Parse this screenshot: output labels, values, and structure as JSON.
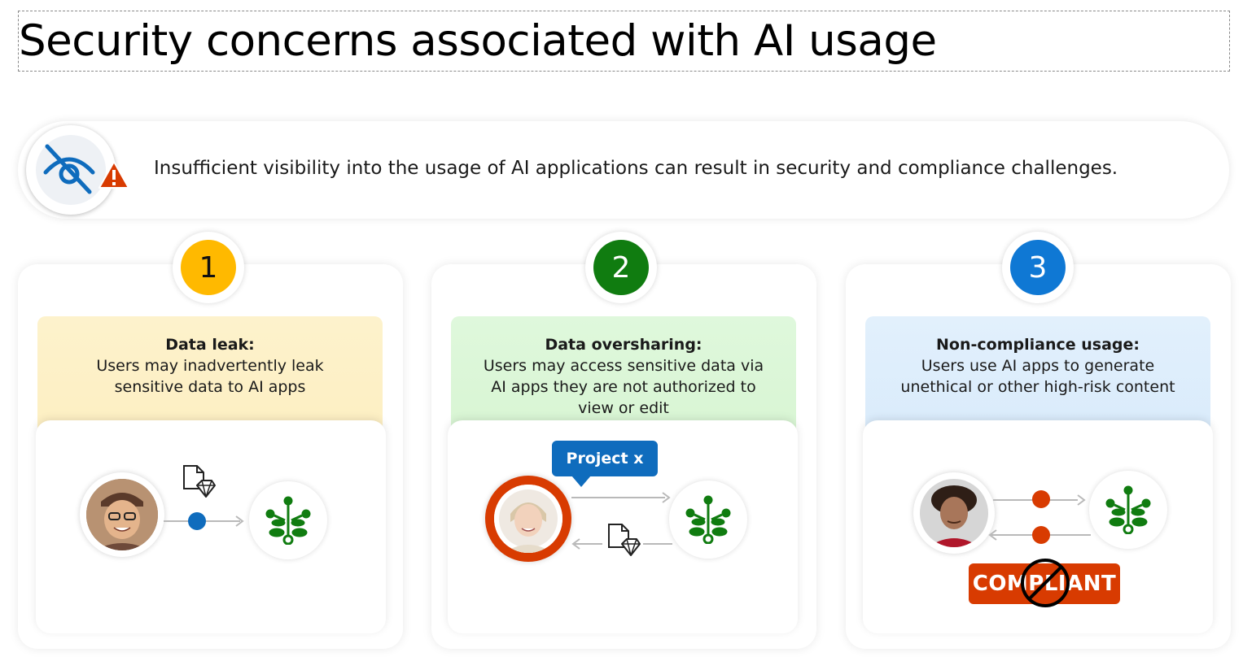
{
  "page": {
    "title": "Security concerns associated with AI usage"
  },
  "banner": {
    "text": "Insufficient visibility into the usage of AI applications can result in security and compliance challenges.",
    "icons": [
      "eye-off-icon",
      "warning-icon"
    ]
  },
  "cards": [
    {
      "number": "1",
      "color": "#ffb900",
      "title": "Data leak:",
      "body": "Users may inadvertently leak sensitive data to AI apps"
    },
    {
      "number": "2",
      "color": "#107c10",
      "title": "Data oversharing:",
      "body": "Users may access sensitive data via AI apps they are not authorized to view or edit",
      "tag": "Project x"
    },
    {
      "number": "3",
      "color": "#0f78d4",
      "title": "Non-compliance usage:",
      "body": "Users use AI apps to generate unethical or other high-risk content",
      "stamp": "COMPLIANT"
    }
  ],
  "colors": {
    "ai_green": "#107c10",
    "flow_blue": "#0f6cbd",
    "alert_orange": "#d83b01"
  }
}
